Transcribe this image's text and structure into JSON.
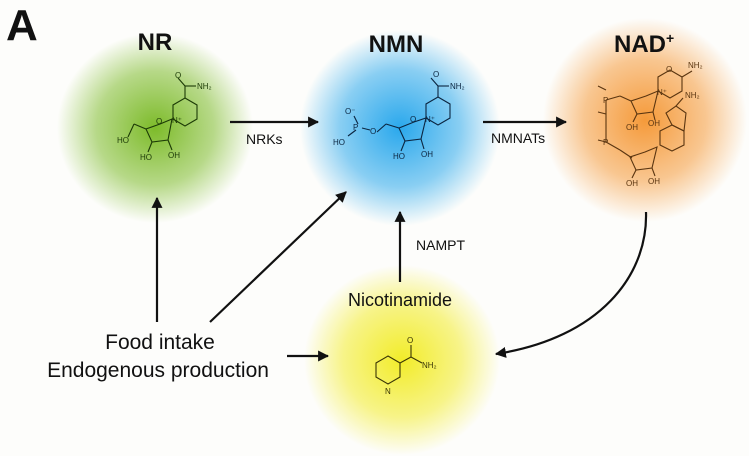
{
  "panel_label": "A",
  "molecules": {
    "nr": {
      "title": "NR",
      "glow": "#7dbb2a",
      "ink": "#1c3a06"
    },
    "nmn": {
      "title": "NMN",
      "glow": "#2aa8ec",
      "ink": "#0b2540"
    },
    "nad": {
      "title": "NAD",
      "title_sup": "+",
      "glow": "#f59a3a",
      "ink": "#5a3510"
    },
    "nam": {
      "title": "Nicotinamide",
      "glow": "#f2ec2a",
      "ink": "#3a3606"
    }
  },
  "enzymes": {
    "nrk": "NRKs",
    "nmnat": "NMNATs",
    "nampt": "NAMPT"
  },
  "sources": {
    "line1": "Food intake",
    "line2": "Endogenous production"
  },
  "atoms": {
    "carbonyl_o": "O",
    "nh2": "NH₂",
    "n_plus": "N⁺",
    "n": "N",
    "ho": "HO",
    "oh": "OH",
    "o_minus": "O⁻",
    "p": "P",
    "o": "O"
  }
}
